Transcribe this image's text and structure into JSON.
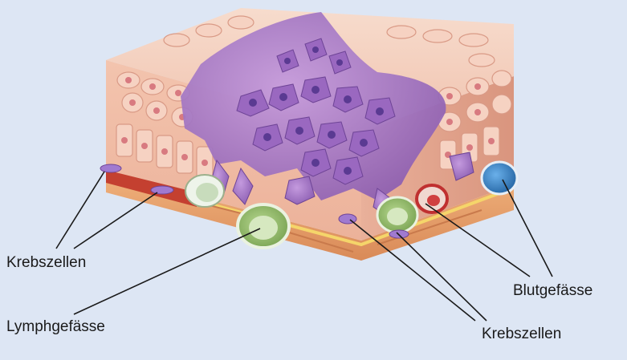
{
  "labels": {
    "cancer_cells_left": "Krebszellen",
    "lymph_vessels": "Lymphgefässe",
    "blood_vessels": "Blutgefässe",
    "cancer_cells_right": "Krebszellen"
  },
  "colors": {
    "background": "#dde6f4",
    "skin_cells": "#f2c6b4",
    "cancer_cells": "#a878c8",
    "tissue": "#e8a472",
    "lymph_vessel": "#a8c878",
    "blood_vessel": "#3a7ec0",
    "artery": "#d04040"
  }
}
